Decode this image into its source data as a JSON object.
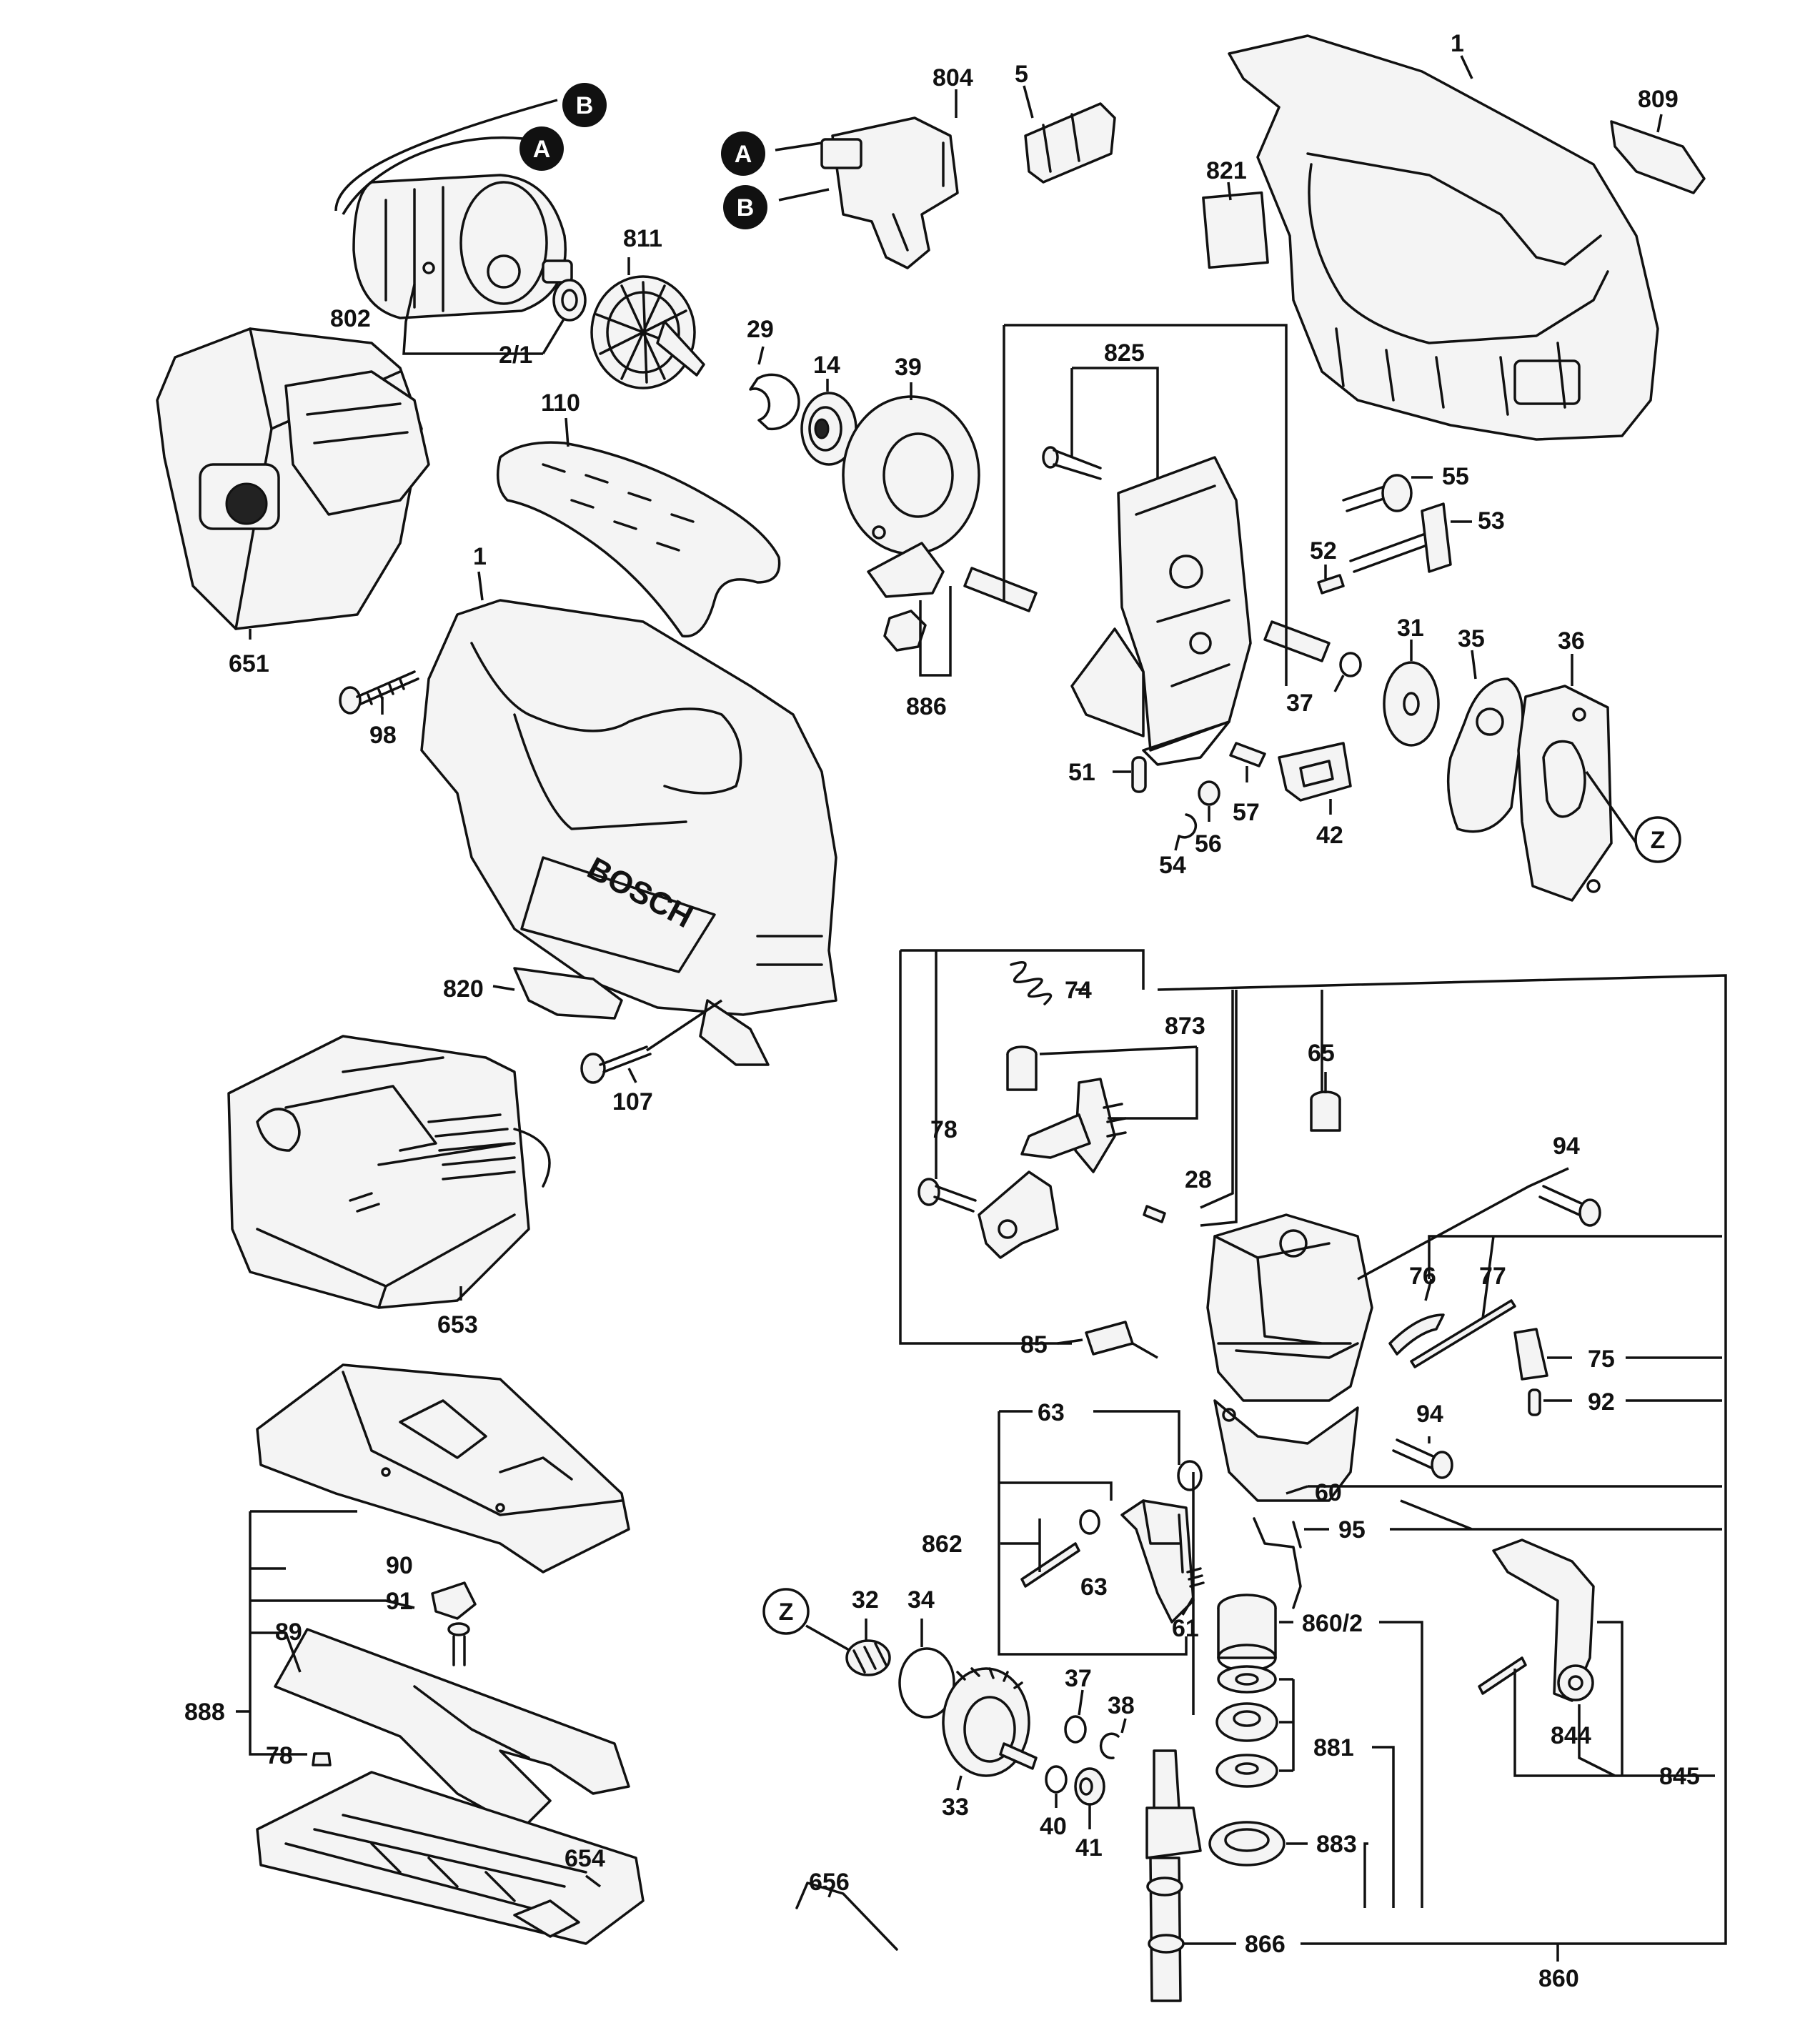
{
  "brand_text": "BOSCH",
  "connectors": [
    {
      "id": "conn-b-top",
      "text": "B"
    },
    {
      "id": "conn-a-top",
      "text": "A"
    },
    {
      "id": "conn-a-switch",
      "text": "A"
    },
    {
      "id": "conn-b-switch",
      "text": "B"
    },
    {
      "id": "conn-z-right",
      "text": "Z"
    },
    {
      "id": "conn-z-left",
      "text": "Z"
    }
  ],
  "labels": [
    {
      "id": "1-housing-right",
      "text": "1"
    },
    {
      "id": "804",
      "text": "804"
    },
    {
      "id": "5",
      "text": "5"
    },
    {
      "id": "809",
      "text": "809"
    },
    {
      "id": "821",
      "text": "821"
    },
    {
      "id": "811",
      "text": "811"
    },
    {
      "id": "802",
      "text": "802"
    },
    {
      "id": "2-1",
      "text": "2/1"
    },
    {
      "id": "29",
      "text": "29"
    },
    {
      "id": "14",
      "text": "14"
    },
    {
      "id": "39",
      "text": "39"
    },
    {
      "id": "825",
      "text": "825"
    },
    {
      "id": "110",
      "text": "110"
    },
    {
      "id": "55",
      "text": "55"
    },
    {
      "id": "53",
      "text": "53"
    },
    {
      "id": "52",
      "text": "52"
    },
    {
      "id": "651",
      "text": "651"
    },
    {
      "id": "1-housing-left",
      "text": "1"
    },
    {
      "id": "886",
      "text": "886"
    },
    {
      "id": "31",
      "text": "31"
    },
    {
      "id": "35",
      "text": "35"
    },
    {
      "id": "36",
      "text": "36"
    },
    {
      "id": "37-top",
      "text": "37"
    },
    {
      "id": "98",
      "text": "98"
    },
    {
      "id": "51",
      "text": "51"
    },
    {
      "id": "57",
      "text": "57"
    },
    {
      "id": "42",
      "text": "42"
    },
    {
      "id": "54",
      "text": "54"
    },
    {
      "id": "56",
      "text": "56"
    },
    {
      "id": "820",
      "text": "820"
    },
    {
      "id": "107",
      "text": "107"
    },
    {
      "id": "74",
      "text": "74"
    },
    {
      "id": "873",
      "text": "873"
    },
    {
      "id": "65",
      "text": "65"
    },
    {
      "id": "78-top",
      "text": "78"
    },
    {
      "id": "94-top",
      "text": "94"
    },
    {
      "id": "28",
      "text": "28"
    },
    {
      "id": "653",
      "text": "653"
    },
    {
      "id": "76",
      "text": "76"
    },
    {
      "id": "77",
      "text": "77"
    },
    {
      "id": "85",
      "text": "85"
    },
    {
      "id": "75",
      "text": "75"
    },
    {
      "id": "92",
      "text": "92"
    },
    {
      "id": "63-top",
      "text": "63"
    },
    {
      "id": "94-bottom",
      "text": "94"
    },
    {
      "id": "60",
      "text": "60"
    },
    {
      "id": "95",
      "text": "95"
    },
    {
      "id": "862",
      "text": "862"
    },
    {
      "id": "63-bottom",
      "text": "63"
    },
    {
      "id": "90",
      "text": "90"
    },
    {
      "id": "91",
      "text": "91"
    },
    {
      "id": "89",
      "text": "89"
    },
    {
      "id": "888",
      "text": "888"
    },
    {
      "id": "78-bottom",
      "text": "78"
    },
    {
      "id": "32",
      "text": "32"
    },
    {
      "id": "34",
      "text": "34"
    },
    {
      "id": "61",
      "text": "61"
    },
    {
      "id": "860-2",
      "text": "860/2"
    },
    {
      "id": "844",
      "text": "844"
    },
    {
      "id": "37-bottom",
      "text": "37"
    },
    {
      "id": "38",
      "text": "38"
    },
    {
      "id": "881",
      "text": "881"
    },
    {
      "id": "845",
      "text": "845"
    },
    {
      "id": "33",
      "text": "33"
    },
    {
      "id": "40",
      "text": "40"
    },
    {
      "id": "41",
      "text": "41"
    },
    {
      "id": "883",
      "text": "883"
    },
    {
      "id": "654",
      "text": "654"
    },
    {
      "id": "656",
      "text": "656"
    },
    {
      "id": "866",
      "text": "866"
    },
    {
      "id": "860",
      "text": "860"
    }
  ]
}
